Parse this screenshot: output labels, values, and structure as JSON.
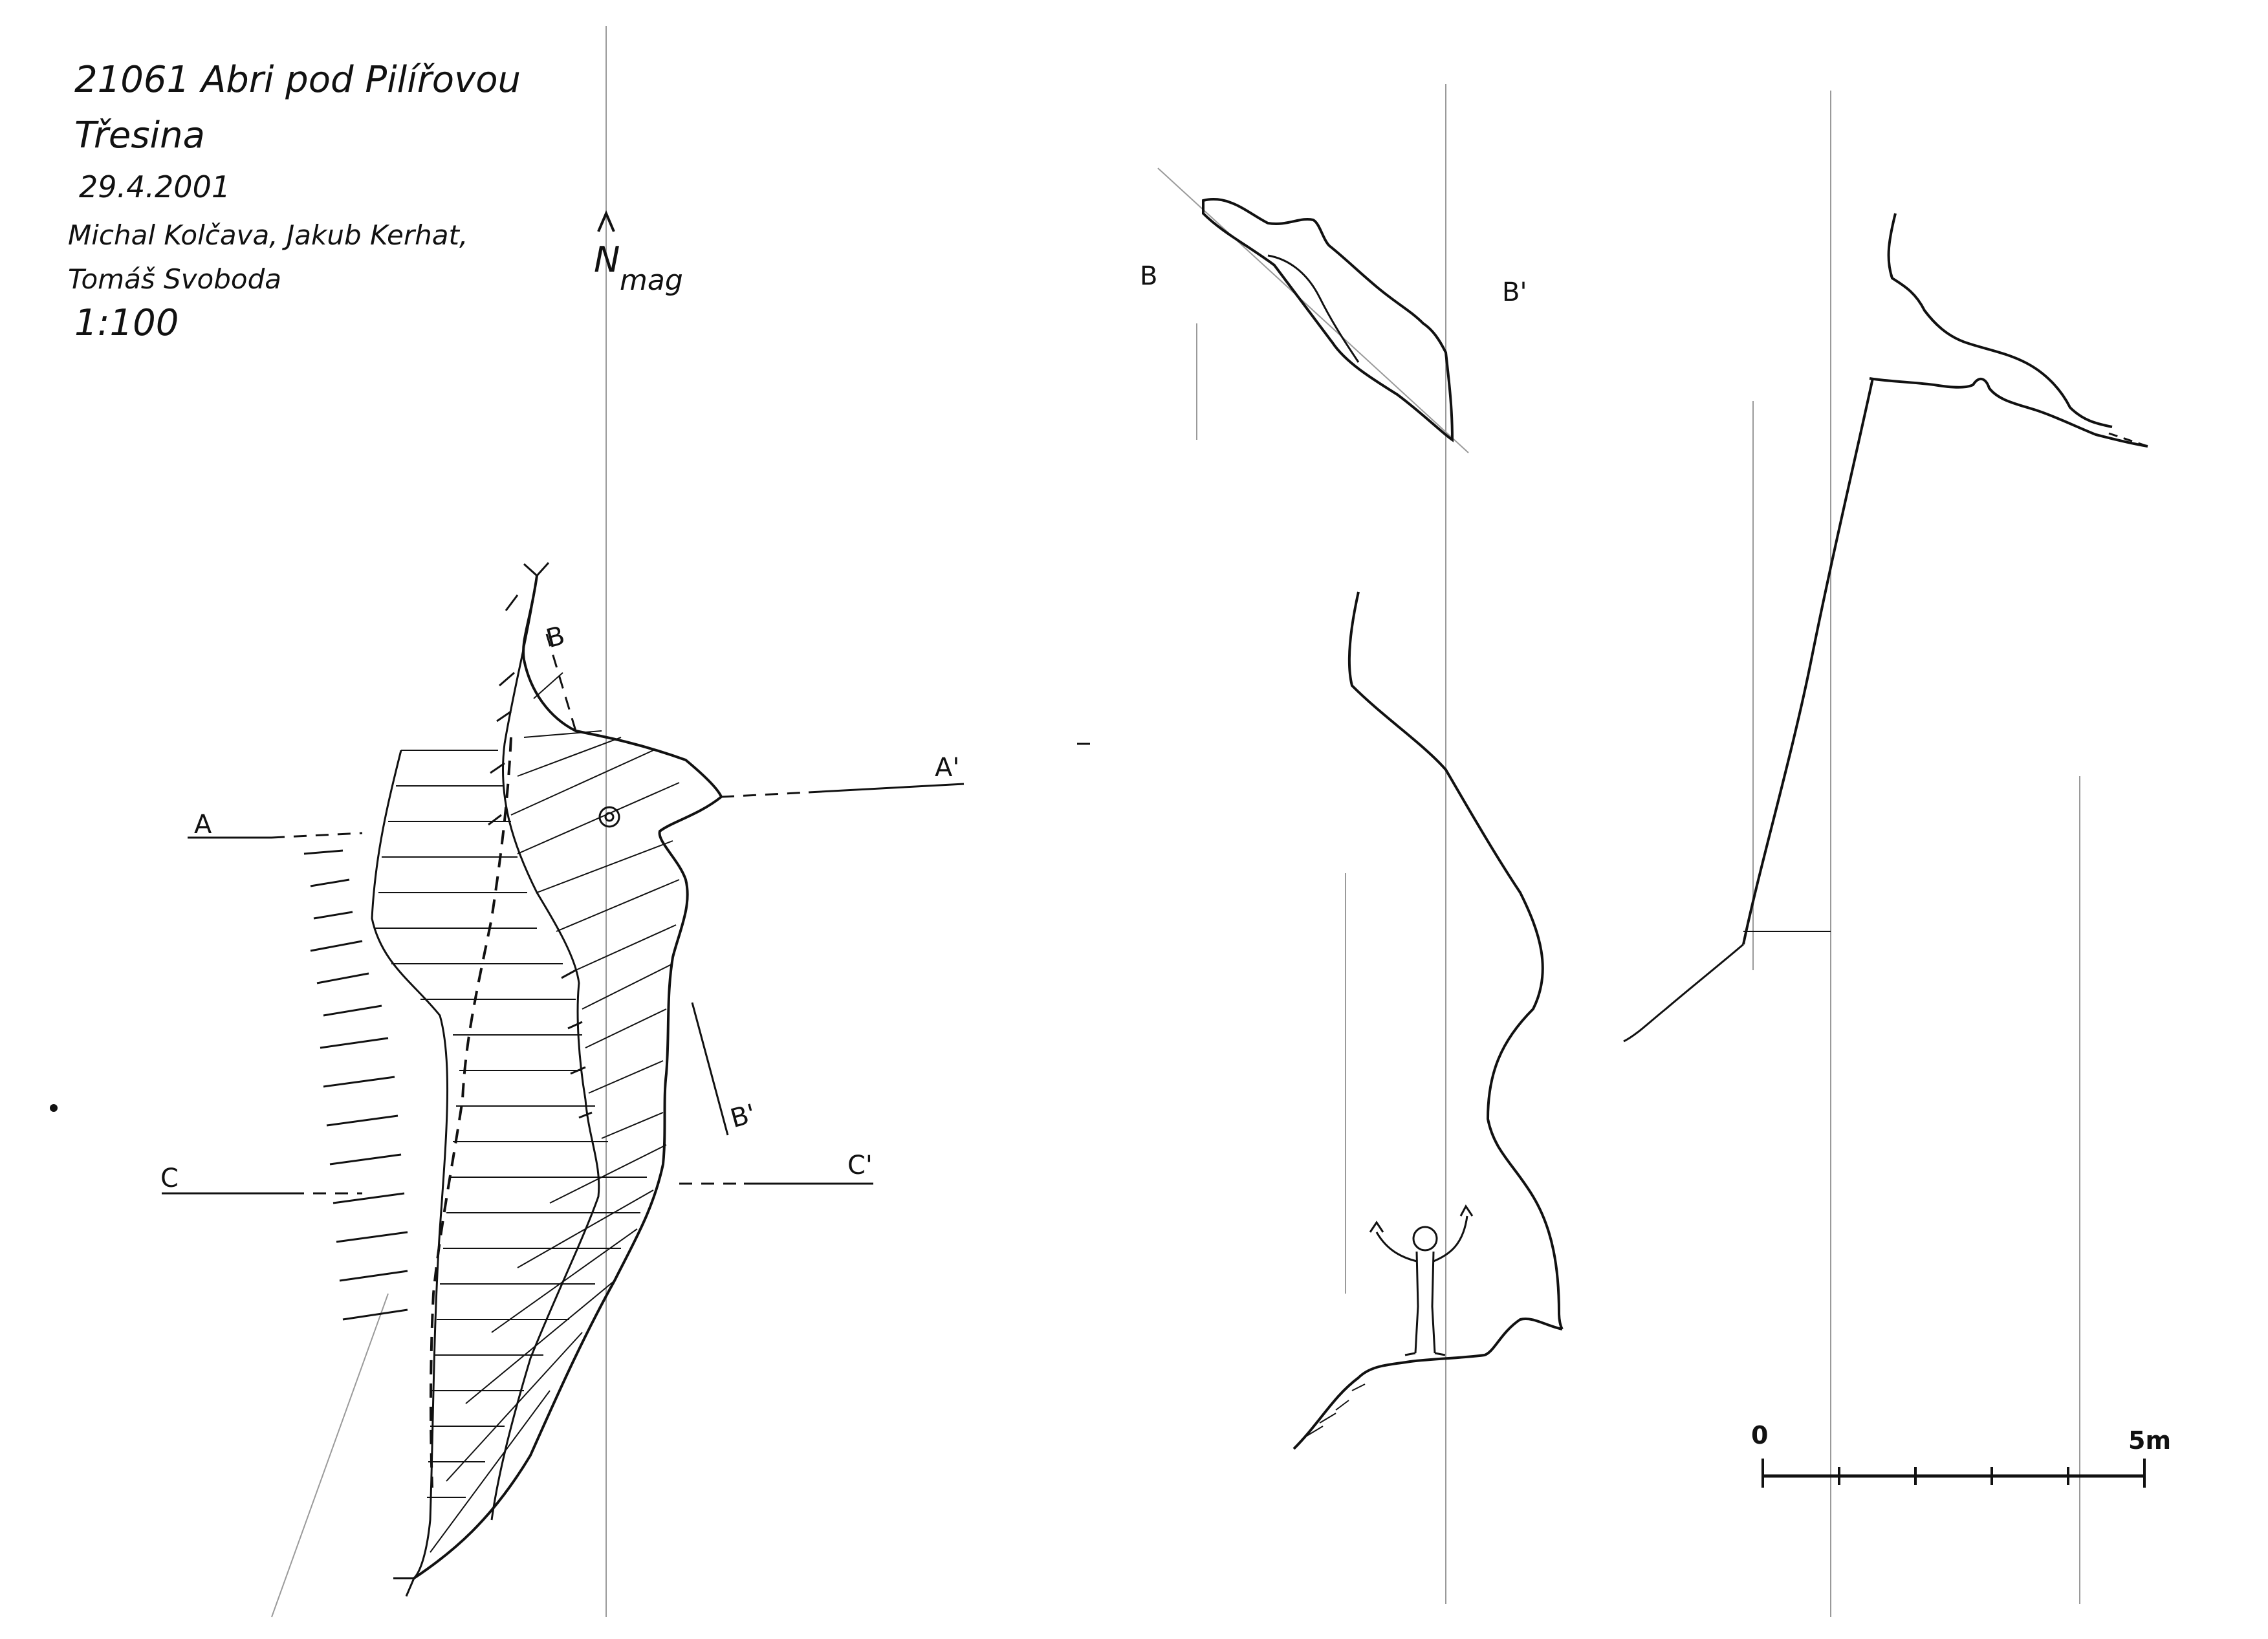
{
  "header": {
    "title": "21061 Abri pod Pilířovou",
    "area": "Třesina",
    "date": "29.4.2001",
    "authors_line1": "Michal Kolčava, Jakub Kerhat,",
    "authors_line2": "Tomáš Svoboda",
    "scale": "1:100"
  },
  "north_arrow": {
    "label": "N",
    "subscript": "mag"
  },
  "section_labels": {
    "a": "A",
    "a_prime": "A'",
    "b_plan": "B",
    "b_prime_plan": "B'",
    "c": "C",
    "c_prime": "C'",
    "b_profile": "B",
    "b_prime_profile": "B'"
  },
  "scale_bar": {
    "start_label": "0",
    "end_label": "5m",
    "length_m": 5,
    "divisions": 5
  },
  "colors": {
    "ink": "#111111",
    "pencil": "#9a9a9a",
    "background": "#ffffff"
  }
}
